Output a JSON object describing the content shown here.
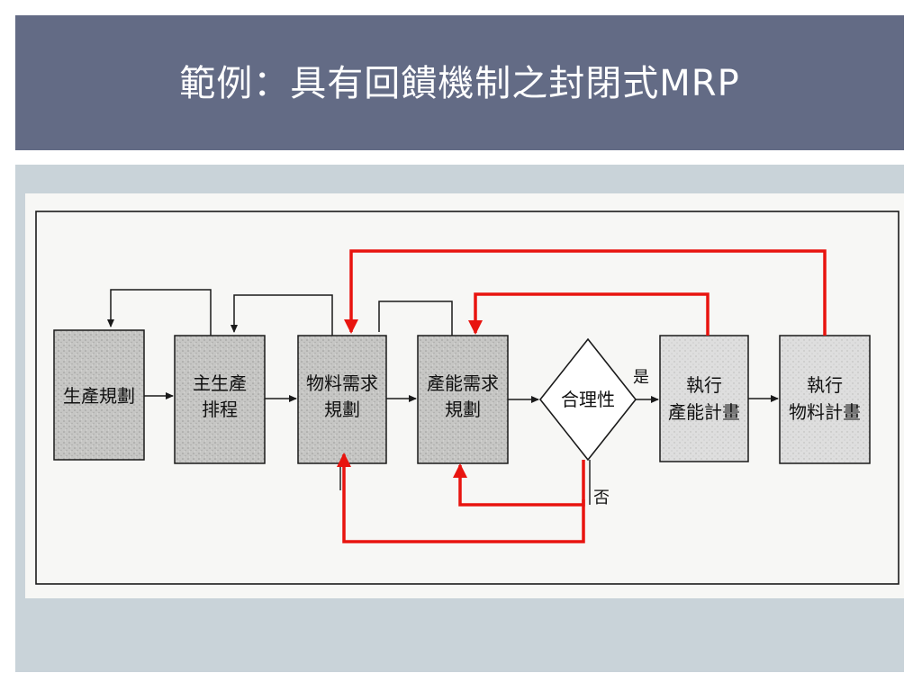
{
  "slide": {
    "title": "範例：具有回饋機制之封閉式MRP"
  },
  "diagram": {
    "nodes": {
      "production_planning": [
        "生產規劃"
      ],
      "master_schedule": [
        "主生產",
        "排程"
      ],
      "mrp": [
        "物料需求",
        "規劃"
      ],
      "crp": [
        "產能需求",
        "規劃"
      ],
      "feasibility": [
        "合理性"
      ],
      "execute_capacity": [
        "執行",
        "產能計畫"
      ],
      "execute_material": [
        "執行",
        "物料計畫"
      ]
    },
    "labels": {
      "yes": "是",
      "no": "否"
    },
    "colors": {
      "feedback": "#e8140f",
      "line": "#1a1a1a",
      "box_fill": "#c8c8c6",
      "box_fill_light": "#dcdcda"
    }
  }
}
